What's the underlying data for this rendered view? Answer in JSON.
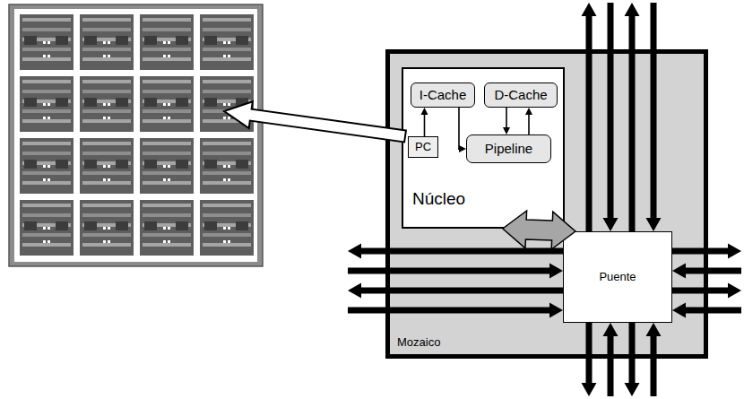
{
  "diagram": {
    "nodes": [
      {
        "text": [
          "Mozaico"
        ]
      },
      {
        "text": [
          "Núcleo"
        ],
        "in": 0
      },
      {
        "text": [
          "I-Cache"
        ],
        "in": 1
      },
      {
        "text": [
          "D-Cache"
        ],
        "in": 1
      },
      {
        "text": [
          "PC"
        ],
        "in": 1
      },
      {
        "text": [
          "Pipeline"
        ],
        "in": 1
      },
      {
        "text": [
          "Puente"
        ],
        "in": 0
      }
    ],
    "edges": [
      {
        "from": 4,
        "to": 2,
        "arrow": "to"
      },
      {
        "from": 2,
        "to": 5,
        "arrow": "to"
      },
      {
        "from": 3,
        "to": 5,
        "arrow": "to"
      },
      {
        "from": 5,
        "to": 3,
        "arrow": "to"
      },
      {
        "from": 1,
        "to": 6,
        "arrow": "both"
      }
    ]
  }
}
